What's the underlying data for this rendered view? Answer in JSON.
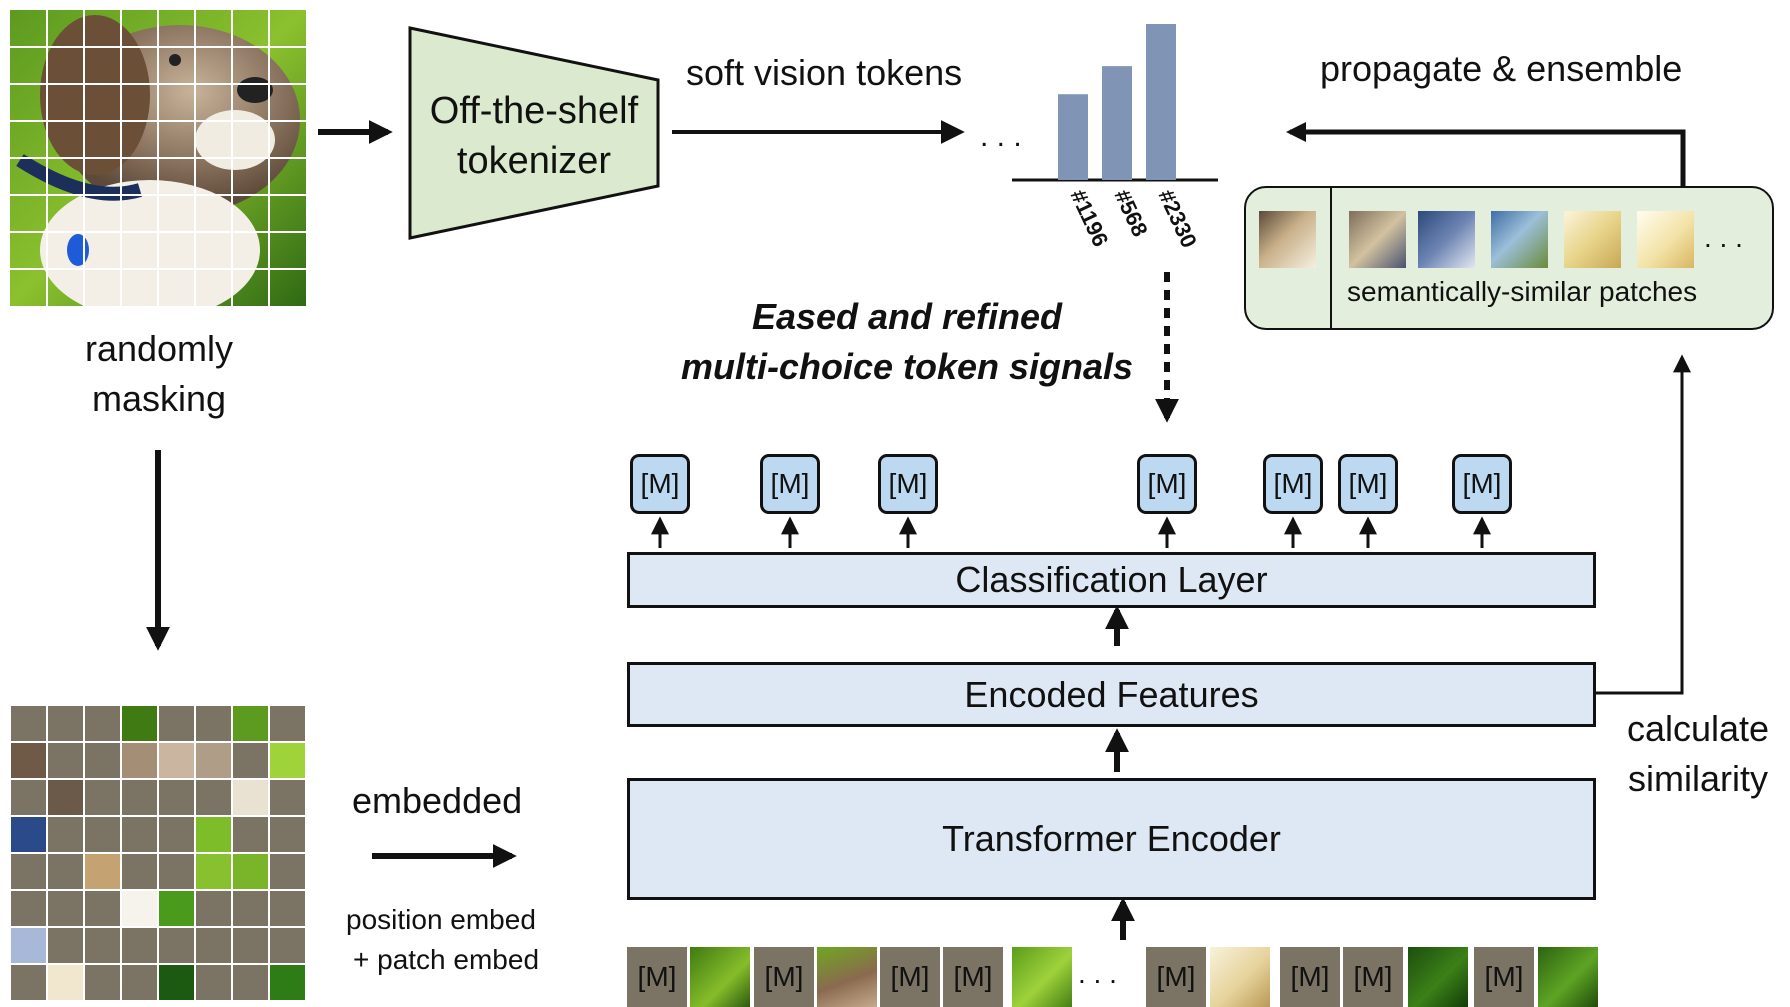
{
  "labels": {
    "randomly_masking": "randomly\nmasking",
    "tokenizer": "Off-the-shelf\ntokenizer",
    "soft_vision_tokens": "soft vision tokens",
    "propagate": "propagate & ensemble",
    "signals": "Eased and refined\nmulti-choice token signals",
    "similar_patches": "semantically-similar patches",
    "calculate_similarity": "calculate\nsimilarity",
    "embedded": "embedded",
    "position_embed": "position embed",
    "patch_embed": "+ patch embed",
    "ellipsis": ". . .",
    "mask_token": "[M]"
  },
  "layers": {
    "classification": "Classification Layer",
    "encoded": "Encoded Features",
    "transformer": "Transformer Encoder"
  },
  "chart_data": {
    "type": "bar",
    "categories": [
      "#1196",
      "#568",
      "#2330"
    ],
    "values": [
      0.55,
      0.73,
      1.0
    ],
    "title": "",
    "xlabel": "",
    "ylabel": ""
  },
  "sequence": [
    "[M]",
    "patch",
    "[M]",
    "patch",
    "[M]",
    "[M]",
    "patch",
    "...",
    "[M]",
    "patch",
    "[M]",
    "[M]",
    "patch",
    "[M]",
    "patch"
  ],
  "colors": {
    "tokenizer_fill": "#dbeacf",
    "layer_fill": "#dde8f4",
    "mask_token_fill": "#bcd9f1",
    "bar_fill": "#8095b5",
    "masked_patch": "#7b7364",
    "similar_panel": "#e3efdc"
  }
}
